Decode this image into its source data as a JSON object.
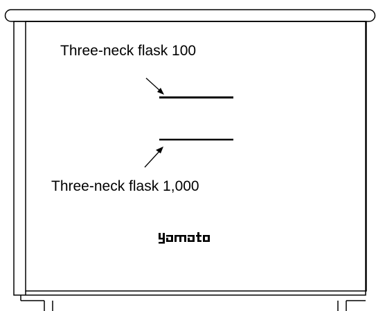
{
  "diagram": {
    "labels": {
      "upper_mark": "Three-neck flask 100",
      "lower_mark": "Three-neck flask 1,000"
    },
    "brand_logo": "yamato",
    "colors": {
      "line": "#000000",
      "background": "#ffffff"
    }
  }
}
